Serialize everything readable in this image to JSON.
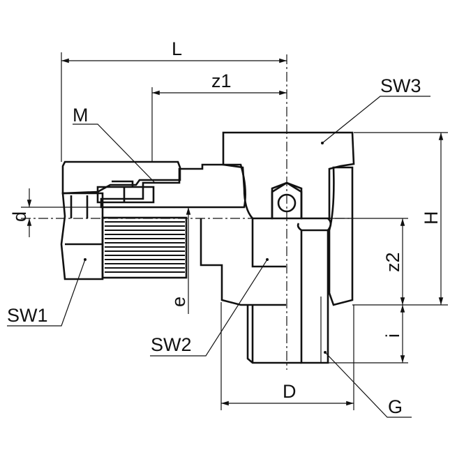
{
  "drawing": {
    "title": "Elbow fitting with union nut – dimensioned section",
    "labels": {
      "L": "L",
      "z1": "z1",
      "M": "M",
      "SW3": "SW3",
      "d": "d",
      "H": "H",
      "z2": "z2",
      "SW1": "SW1",
      "e": "e",
      "SW2": "SW2",
      "i": "i",
      "D": "D",
      "G": "G"
    },
    "colors": {
      "line": "#111111",
      "background": "#ffffff"
    }
  }
}
